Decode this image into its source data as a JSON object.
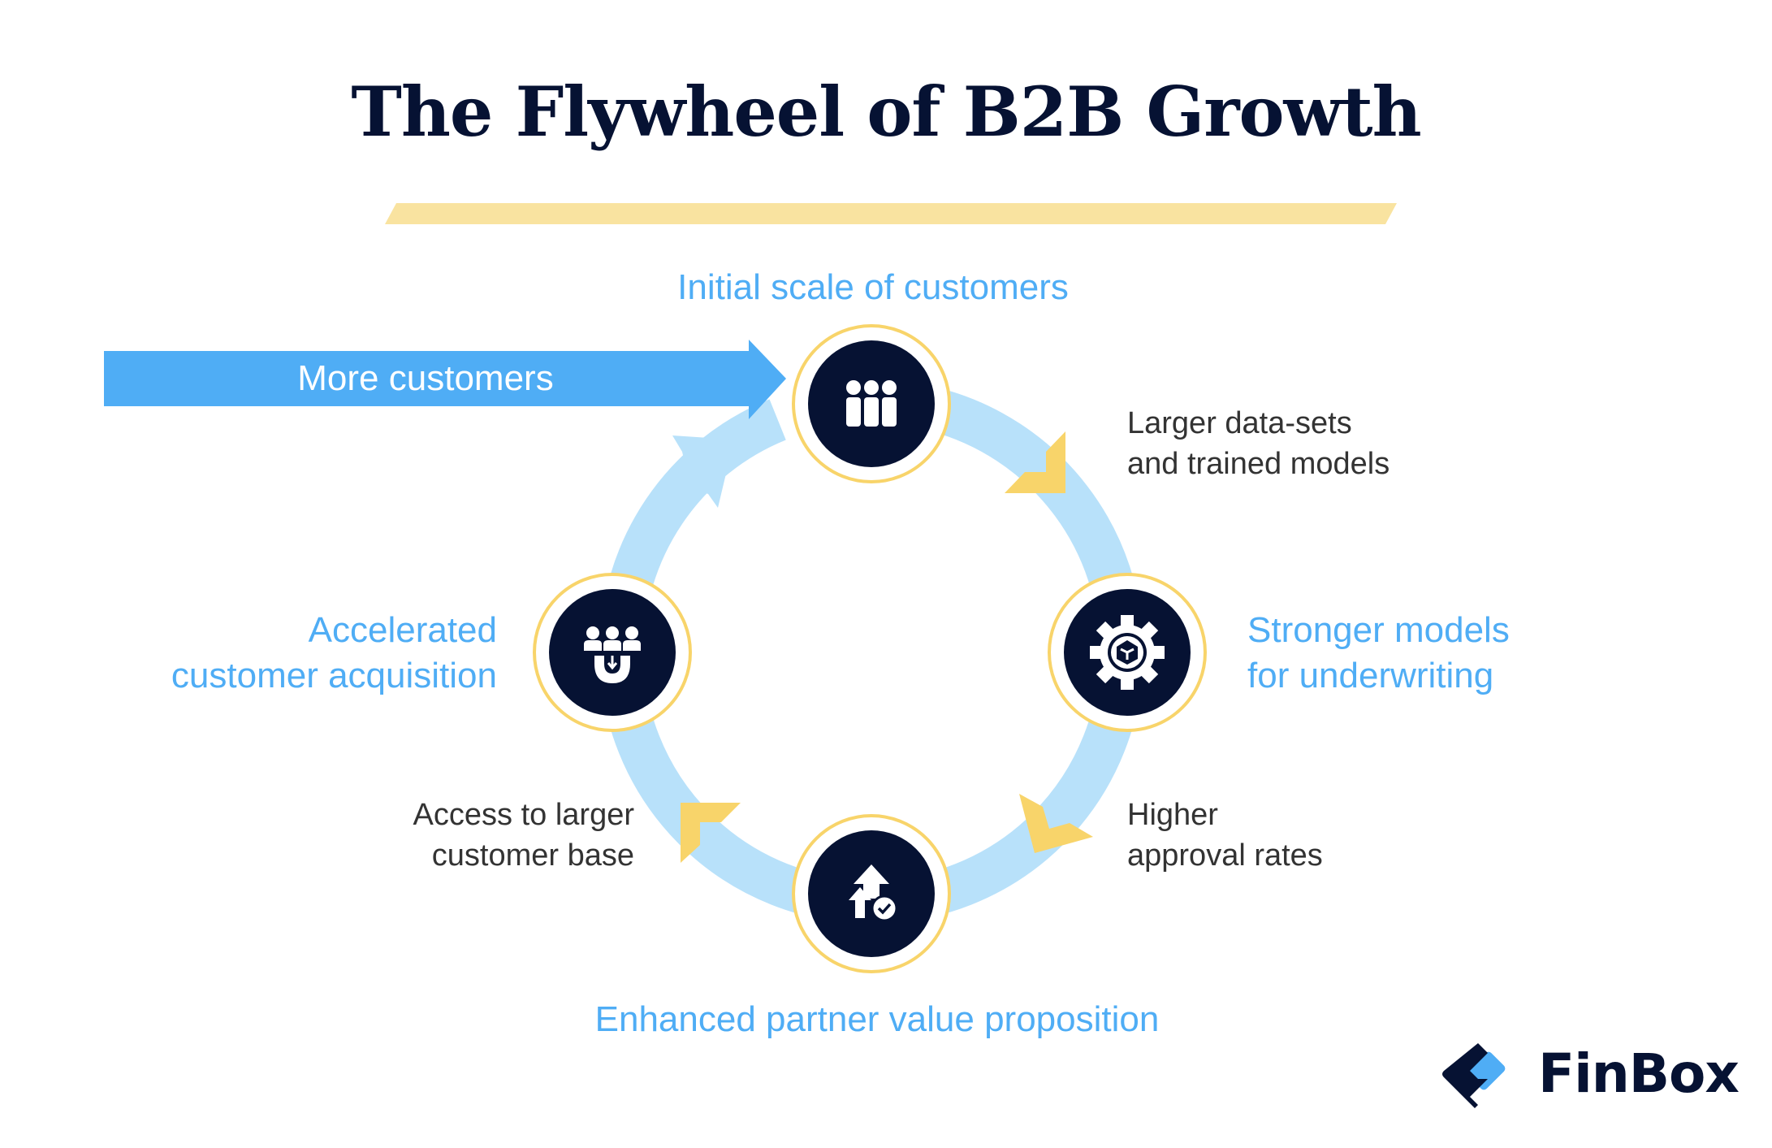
{
  "title": "The Flywheel of B2B Growth",
  "entry_arrow": {
    "label": "More customers"
  },
  "nodes": [
    {
      "id": "top",
      "label": "Initial scale of customers",
      "icon": "people-group-icon"
    },
    {
      "id": "right",
      "label_lines": [
        "Stronger models",
        "for underwriting"
      ],
      "icon": "gear-cube-icon"
    },
    {
      "id": "bottom",
      "label": "Enhanced partner value proposition",
      "icon": "growth-arrows-check-icon"
    },
    {
      "id": "left",
      "label_lines": [
        "Accelerated",
        "customer acquisition"
      ],
      "icon": "magnet-customers-icon"
    }
  ],
  "transitions": [
    {
      "from": "top",
      "to": "right",
      "label_lines": [
        "Larger data-sets",
        "and trained models"
      ]
    },
    {
      "from": "right",
      "to": "bottom",
      "label_lines": [
        "Higher",
        "approval rates"
      ]
    },
    {
      "from": "bottom",
      "to": "left",
      "label_lines": [
        "Access to larger",
        "customer base"
      ]
    },
    {
      "from": "left",
      "to": "top",
      "label_lines": []
    }
  ],
  "logo": {
    "text": "FinBox",
    "icon": "finbox-logo-icon"
  },
  "colors": {
    "navy": "#061233",
    "accent_blue": "#4fadf5",
    "ring_blue": "#b8e1fa",
    "yellow": "#f8d46a",
    "underline_yellow": "#f9e3a0",
    "text_dark": "#333333"
  }
}
